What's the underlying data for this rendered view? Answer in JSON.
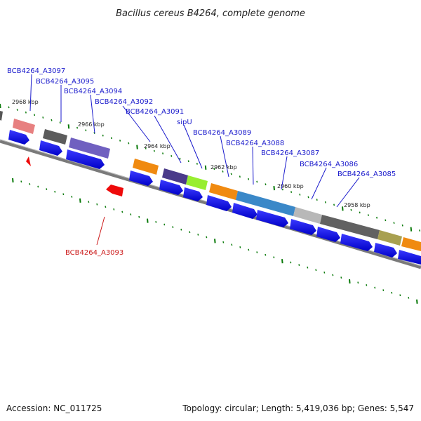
{
  "title": "Bacillus cereus B4264, complete genome",
  "footer": {
    "accession": "Accession: NC_011725",
    "summary": "Topology: circular; Length: 5,419,036 bp; Genes: 5,547"
  },
  "kbp_labels": [
    "2968 kbp",
    "2966 kbp",
    "2964 kbp",
    "2962 kbp",
    "2960 kbp",
    "2958 kbp"
  ],
  "gene_labels": [
    {
      "text": "BCB4264_A3097",
      "color": "blue"
    },
    {
      "text": "BCB4264_A3095",
      "color": "blue"
    },
    {
      "text": "BCB4264_A3094",
      "color": "blue"
    },
    {
      "text": "BCB4264_A3092",
      "color": "blue"
    },
    {
      "text": "BCB4264_A3091",
      "color": "blue"
    },
    {
      "text": "sipU",
      "color": "blue"
    },
    {
      "text": "BCB4264_A3089",
      "color": "blue"
    },
    {
      "text": "BCB4264_A3088",
      "color": "blue"
    },
    {
      "text": "BCB4264_A3087",
      "color": "blue"
    },
    {
      "text": "BCB4264_A3086",
      "color": "blue"
    },
    {
      "text": "BCB4264_A3085",
      "color": "blue"
    },
    {
      "text": "BCB4264_A3093",
      "color": "red"
    }
  ],
  "colors": {
    "cds_blue": "#0a0aee",
    "tick_green": "#0a7a0a",
    "backbone": "#888888",
    "label_blue": "#1a1acc",
    "label_red": "#cc1a1a",
    "arrow_red": "#ee0a0a"
  }
}
